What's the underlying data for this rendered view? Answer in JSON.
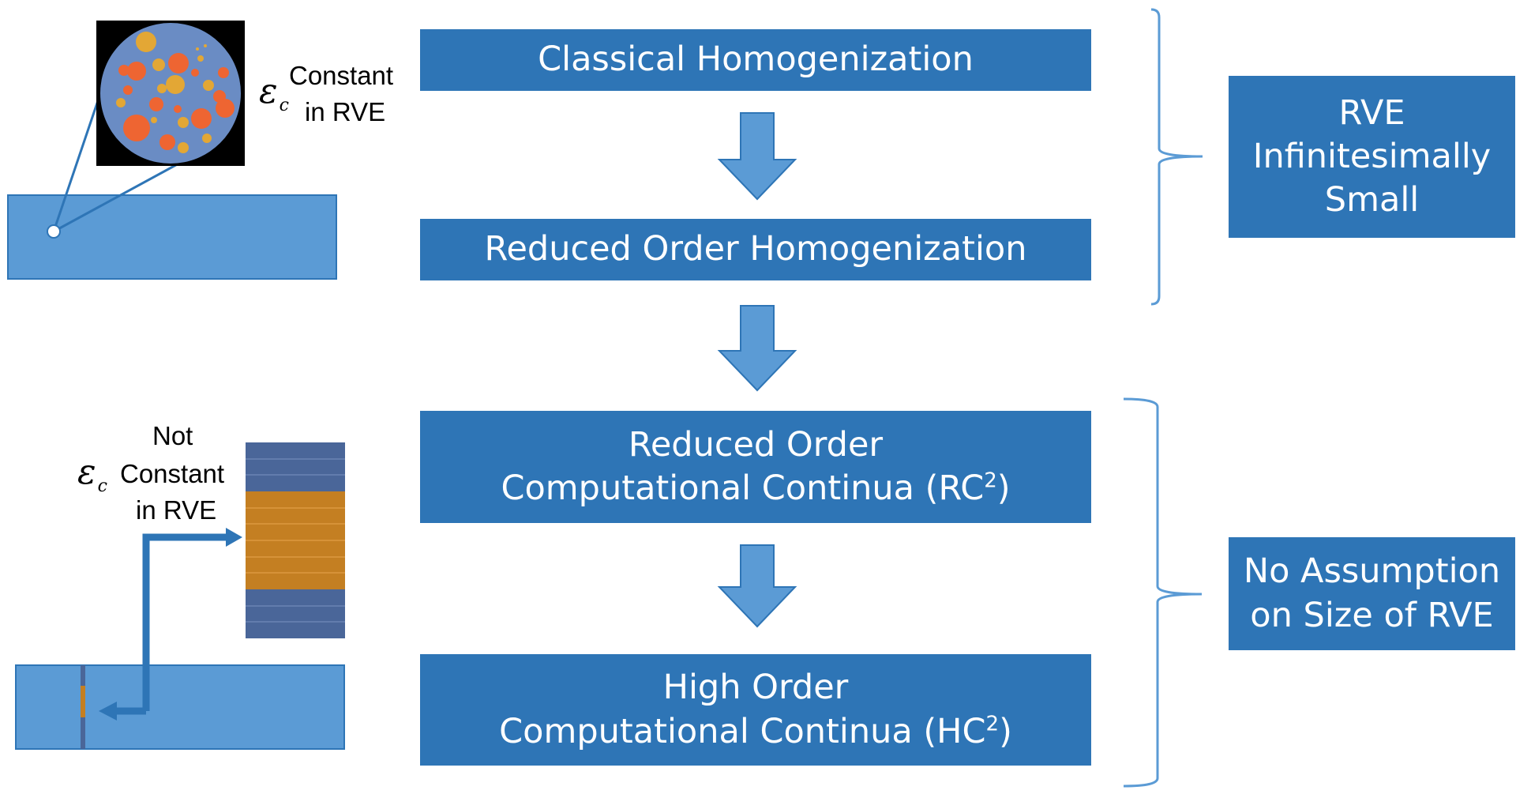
{
  "flow": {
    "classical": "Classical Homogenization",
    "reduced": "Reduced Order Homogenization",
    "rc2": {
      "line1": "Reduced Order",
      "line2": "Computational Continua (RC",
      "sup": "2",
      "close": ")"
    },
    "hc2": {
      "line1": "High Order",
      "line2": "Computational Continua (HC",
      "sup": "2",
      "close": ")"
    }
  },
  "groups": {
    "top": {
      "line1": "RVE",
      "line2": "Infinitesimally",
      "line3": "Small"
    },
    "bottom": {
      "line1": "No Assumption",
      "line2": "on Size of RVE"
    }
  },
  "left_top": {
    "symbol": "ε",
    "subscript": "c",
    "label_line1": "Constant",
    "label_line2": "in RVE"
  },
  "left_bottom": {
    "symbol": "ε",
    "subscript": "c",
    "label_line0": "Not",
    "label_line1": "Constant",
    "label_line2": "in RVE"
  },
  "colors": {
    "box": "#2e75b6",
    "arrow": "#5b9bd5",
    "bar": "#5b9bd5",
    "rve_circle": "#6a8cc4",
    "inclusion_orange": "#ee6532",
    "inclusion_gold": "#e3a735",
    "layer_blue": "#4a6699",
    "layer_gold": "#c47f22"
  }
}
